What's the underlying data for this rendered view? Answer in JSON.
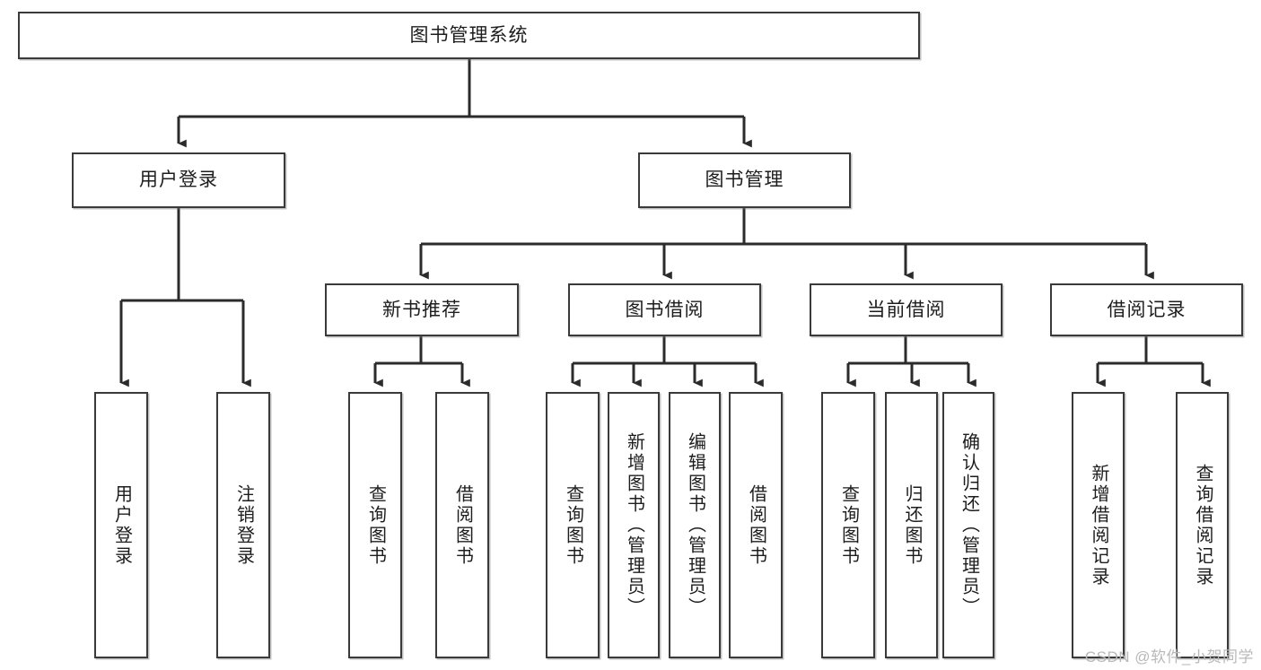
{
  "diagram": {
    "title": "图书管理系统",
    "type": "tree-hierarchy-diagram",
    "colors": {
      "background": "#ffffff",
      "box_border": "#3a3a3a",
      "box_fill": "#ffffff",
      "connector": "#2b2b2b",
      "watermark": "#b9b9b9"
    },
    "root": {
      "label": "图书管理系统"
    },
    "level2": [
      {
        "label": "用户登录"
      },
      {
        "label": "图书管理"
      }
    ],
    "level3": [
      {
        "label": "新书推荐"
      },
      {
        "label": "图书借阅"
      },
      {
        "label": "当前借阅"
      },
      {
        "label": "借阅记录"
      }
    ],
    "leaves": {
      "user_login": [
        {
          "label": "用户登录"
        },
        {
          "label": "注销登录"
        }
      ],
      "new_book_recommend": [
        {
          "label": "查询图书"
        },
        {
          "label": "借阅图书"
        }
      ],
      "book_borrow": [
        {
          "label": "查询图书"
        },
        {
          "label": "新增图书（管理员）"
        },
        {
          "label": "编辑图书（管理员）"
        },
        {
          "label": "借阅图书"
        }
      ],
      "current_borrow": [
        {
          "label": "查询图书"
        },
        {
          "label": "归还图书"
        },
        {
          "label": "确认归还（管理员）"
        }
      ],
      "borrow_record": [
        {
          "label": "新增借阅记录"
        },
        {
          "label": "查询借阅记录"
        }
      ]
    }
  },
  "watermark": {
    "text": "CSDN @软件_小贺同学"
  }
}
